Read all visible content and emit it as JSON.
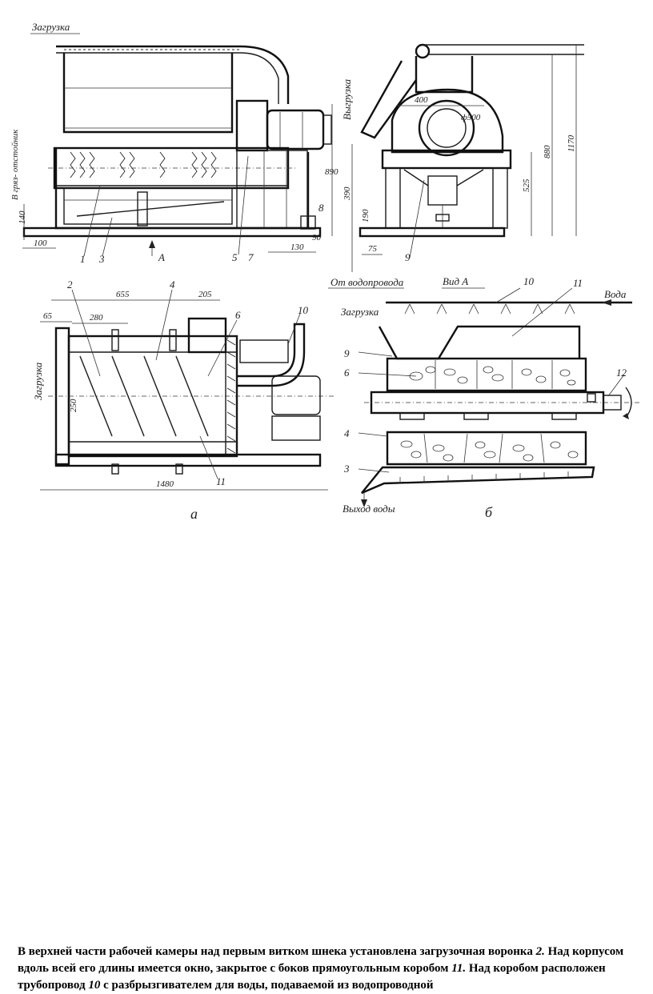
{
  "figure": {
    "label_load": "Загрузка",
    "label_to_sump": "В гряз-\nотстойник",
    "label_unload": "Выгрузка",
    "label_from_water": "От водопровода",
    "label_view_a": "Вид А",
    "label_water": "Вода",
    "label_water_exit": "Выход воды",
    "label_a_arrow": "A",
    "sub_a": "а",
    "sub_b": "б",
    "dims": {
      "d140": "140",
      "d100": "100",
      "d890": "890",
      "d90": "90",
      "d130": "130",
      "d400": "400",
      "d500": "ф500",
      "d880": "880",
      "d1170": "1170",
      "d525": "525",
      "d390": "390",
      "d75": "75",
      "d190": "190",
      "d655": "655",
      "d205": "205",
      "d65": "65",
      "d280": "280",
      "d250": "250",
      "d1480": "1480"
    },
    "callouts": [
      "1",
      "2",
      "3",
      "4",
      "5",
      "6",
      "7",
      "8",
      "9",
      "10",
      "11",
      "12"
    ]
  },
  "caption": {
    "p1": "В верхней части рабочей камеры над первым витком шнека установлена загрузочная воронка ",
    "n2": "2.",
    "p2": " Над корпусом вдоль всей его длины имеется окно, закрытое с боков прямоугольным коробом ",
    "n11": "11.",
    "p3": " Над коробом расположен трубопровод ",
    "n10": "10",
    "p4": " с разбрызгивателем для воды, подаваемой из водопроводной"
  }
}
